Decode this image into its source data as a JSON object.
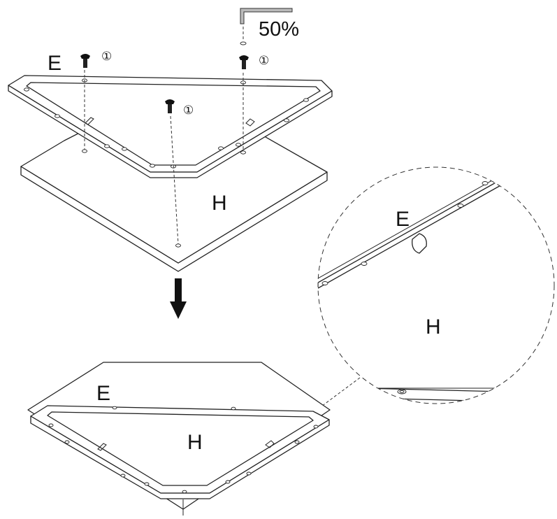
{
  "labels": {
    "frame_top": "E",
    "board_top": "H",
    "zoom_frame": "E",
    "zoom_board": "H",
    "frame_bottom": "E",
    "board_bottom": "H"
  },
  "tool": {
    "setting": "50%",
    "icon": "allen-key-icon"
  },
  "screws": [
    {
      "qty": "①",
      "icon": "screw-icon"
    },
    {
      "qty": "①",
      "icon": "screw-icon"
    },
    {
      "qty": "①",
      "icon": "screw-icon"
    }
  ],
  "arrow_icon": "down-arrow-icon"
}
